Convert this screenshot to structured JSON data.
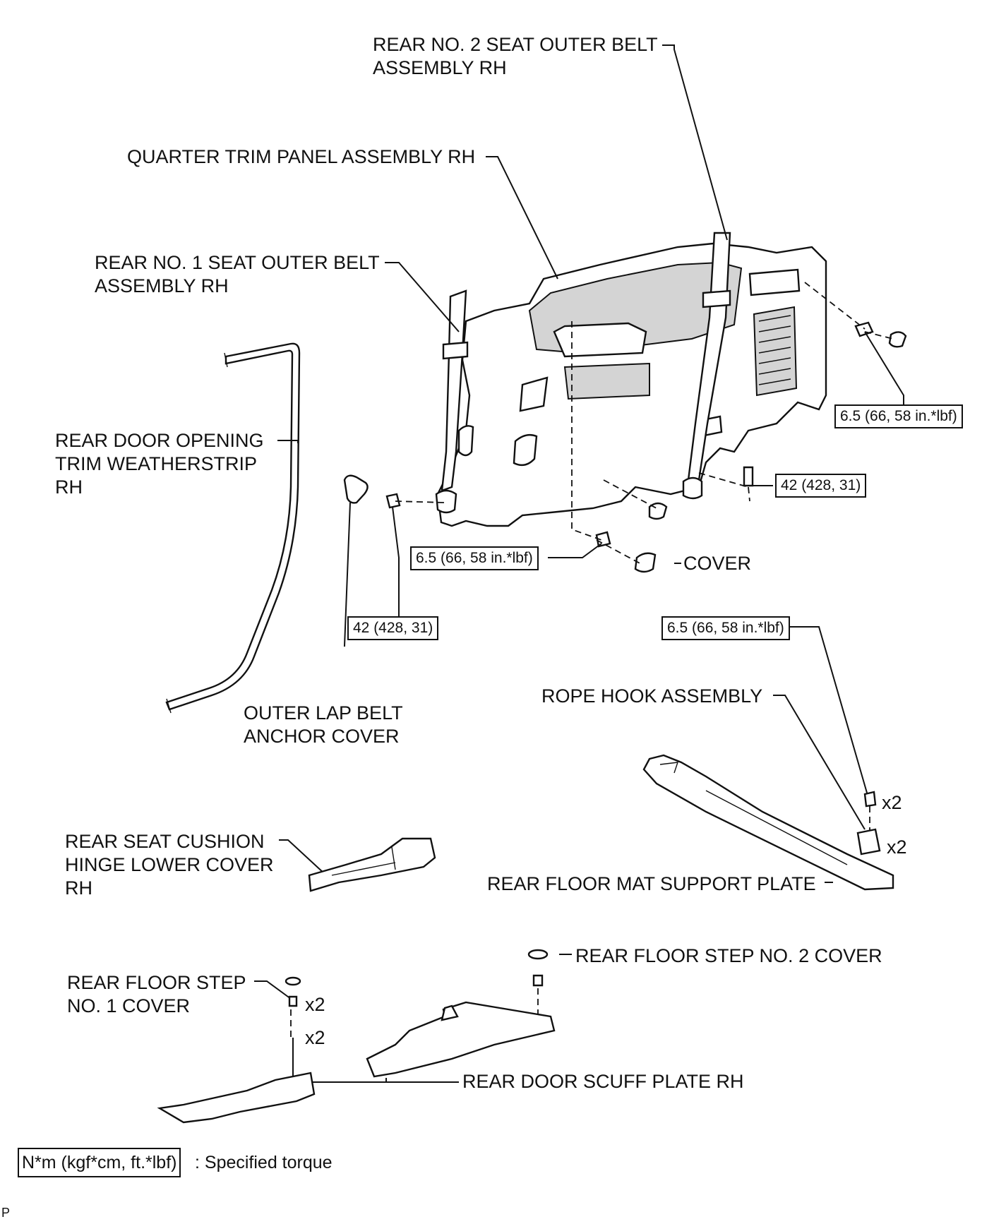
{
  "labels": {
    "rear_no2_belt": "REAR NO. 2 SEAT OUTER BELT\nASSEMBLY RH",
    "quarter_trim": "QUARTER TRIM PANEL ASSEMBLY RH",
    "rear_no1_belt": "REAR NO. 1 SEAT OUTER BELT\nASSEMBLY RH",
    "weatherstrip": "REAR DOOR OPENING\nTRIM WEATHERSTRIP\nRH",
    "cover": "COVER",
    "outer_lap_cover": "OUTER LAP BELT\nANCHOR COVER",
    "rope_hook": "ROPE HOOK ASSEMBLY",
    "cushion_hinge_cover": "REAR SEAT CUSHION\nHINGE LOWER COVER\nRH",
    "floor_mat_plate": "REAR FLOOR MAT SUPPORT PLATE",
    "step_no2_cover": "REAR FLOOR STEP NO. 2 COVER",
    "step_no1_cover": "REAR FLOOR STEP\nNO. 1 COVER",
    "scuff_plate": "REAR DOOR SCUFF PLATE RH"
  },
  "torques": {
    "t_upper_right": "6.5 (66, 58 in.*lbf)",
    "t_right_anchor": "42 (428, 31)",
    "t_center": "6.5 (66, 58 in.*lbf)",
    "t_left_anchor": "42 (428, 31)",
    "t_rope_hook": "6.5 (66, 58 in.*lbf)"
  },
  "quantities": {
    "rope_bolt": "x2",
    "rope_hook": "x2",
    "step1_cover": "x2",
    "step1_screw": "x2"
  },
  "legend": {
    "unit_box": "N*m (kgf*cm, ft.*lbf)",
    "description": ": Specified torque"
  },
  "corner_mark": "P"
}
